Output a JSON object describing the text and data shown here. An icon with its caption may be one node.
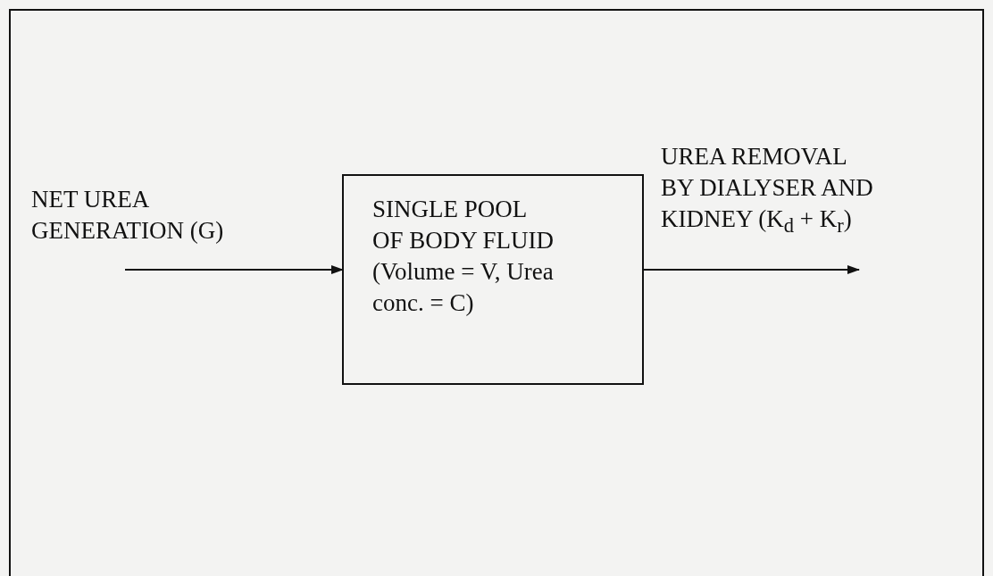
{
  "diagram": {
    "nodes": [
      {
        "text": [
          "NET UREA GENERATION (G)"
        ]
      },
      {
        "text": [
          "SINGLE POOL OF BODY FLUID (Volume = V, Urea conc. = C)"
        ]
      },
      {
        "text": [
          "UREA REMOVAL BY DIALYSER AND KIDNEY (K$_{d}$ + K$_{r}$)"
        ]
      }
    ],
    "edges": [
      {
        "from": 0,
        "to": 1,
        "arrow": "to"
      },
      {
        "from": 1,
        "to": 2,
        "arrow": "to"
      }
    ]
  }
}
